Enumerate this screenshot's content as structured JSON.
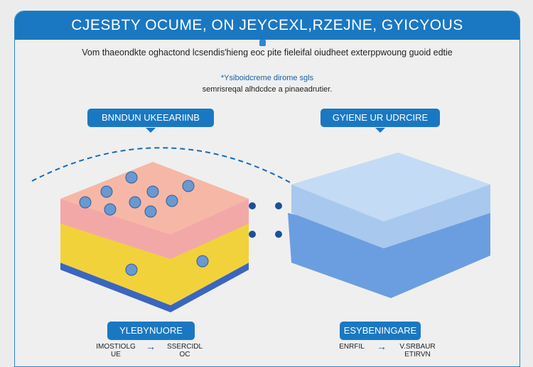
{
  "header": {
    "title": "CJESBTY OCUME, ON JEYCEXL,RZEJNE, GYICYOUS"
  },
  "subtitle": "Vom thaeondkte oghactond lcsendis'hieng eoc pite fieleifal oiudheet exterppwoung guoid edtie",
  "blue_caption": "*Ysiboidcreme dirome sgls",
  "description": "semrisreqal alhdcdce a pinaeadrutier.",
  "left_panel": {
    "label": "BNNDUN UKEEARIINB",
    "bottom_label": "YLEBYNUORE",
    "from": "IMOSTIOLG\nUE",
    "to": "SSERCIDL\nOC"
  },
  "right_panel": {
    "label": "GYIENE UR UDRCIRE",
    "bottom_label": "ESYBENINGARE",
    "from": "ENRFIL",
    "to": "V.SRBAUR\nETIRVN"
  },
  "colors": {
    "accent": "#1a78c2"
  }
}
